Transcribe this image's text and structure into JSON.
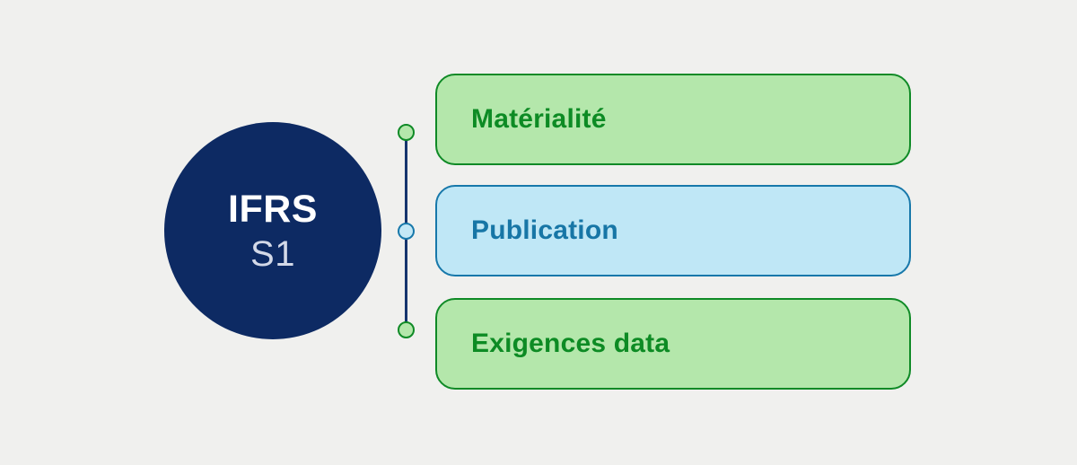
{
  "background": "#f0f0ee",
  "hub": {
    "label_top": "IFRS",
    "label_bottom": "S1",
    "fill": "#0d2a63",
    "label_top_color": "#ffffff",
    "label_bottom_color": "#d3d9e8"
  },
  "connector": {
    "line_color": "#16356e",
    "nodes": [
      {
        "fill": "#b4e7ab",
        "border": "#0f8a26"
      },
      {
        "fill": "#c3e8f6",
        "border": "#1778aa"
      },
      {
        "fill": "#b4e7ab",
        "border": "#0f8a26"
      }
    ]
  },
  "items": [
    {
      "label": "Matérialité",
      "fill": "#b4e7ab",
      "border": "#0f8a26",
      "text_color": "#0d8b24"
    },
    {
      "label": "Publication",
      "fill": "#bfe7f6",
      "border": "#1778aa",
      "text_color": "#1776a6"
    },
    {
      "label": "Exigences data",
      "fill": "#b4e7ab",
      "border": "#0f8a26",
      "text_color": "#0d8b24"
    }
  ]
}
